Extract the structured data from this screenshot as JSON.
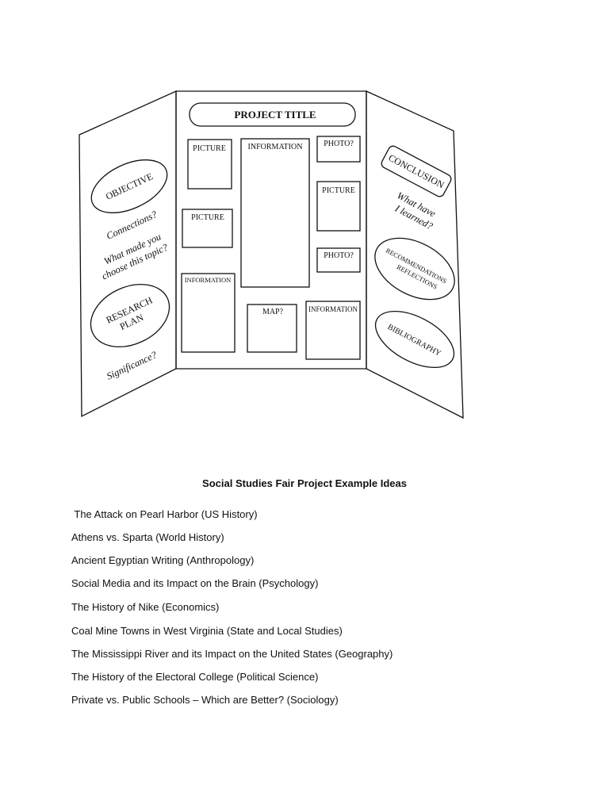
{
  "board": {
    "title": "PROJECT TITLE",
    "center": {
      "picture_1": "PICTURE",
      "information_1": "INFORMATION",
      "photo_1": "PHOTO?",
      "picture_2": "PICTURE",
      "picture_3": "PICTURE",
      "photo_2": "PHOTO?",
      "information_2": "INFORMATION",
      "map": "MAP?",
      "information_3": "INFORMATION"
    },
    "left": {
      "objective": "OBJECTIVE",
      "connections": "Connections?",
      "what_made_1": "What made you",
      "what_made_2": "choose this topic?",
      "research_1": "RESEARCH",
      "research_2": "PLAN",
      "significance": "Significance?"
    },
    "right": {
      "conclusion": "CONCLUSION",
      "learned_1": "What have",
      "learned_2": "I learned?",
      "recommendations": "RECOMMENDATIONS",
      "reflections": "REFLECTIONS",
      "bibliography": "BIBLIOGRAPHY"
    }
  },
  "list": {
    "title": "Social Studies Fair Project Example Ideas",
    "items": [
      " The Attack on Pearl Harbor (US History)",
      "Athens vs. Sparta (World History)",
      "Ancient Egyptian Writing (Anthropology)",
      "Social Media and its Impact on the Brain (Psychology)",
      "The History of Nike (Economics)",
      "Coal Mine Towns in West Virginia (State and Local Studies)",
      "The Mississippi River and its Impact on the United States (Geography)",
      "The History of the Electoral College (Political Science)",
      "Private vs. Public Schools – Which are Better? (Sociology)"
    ]
  }
}
